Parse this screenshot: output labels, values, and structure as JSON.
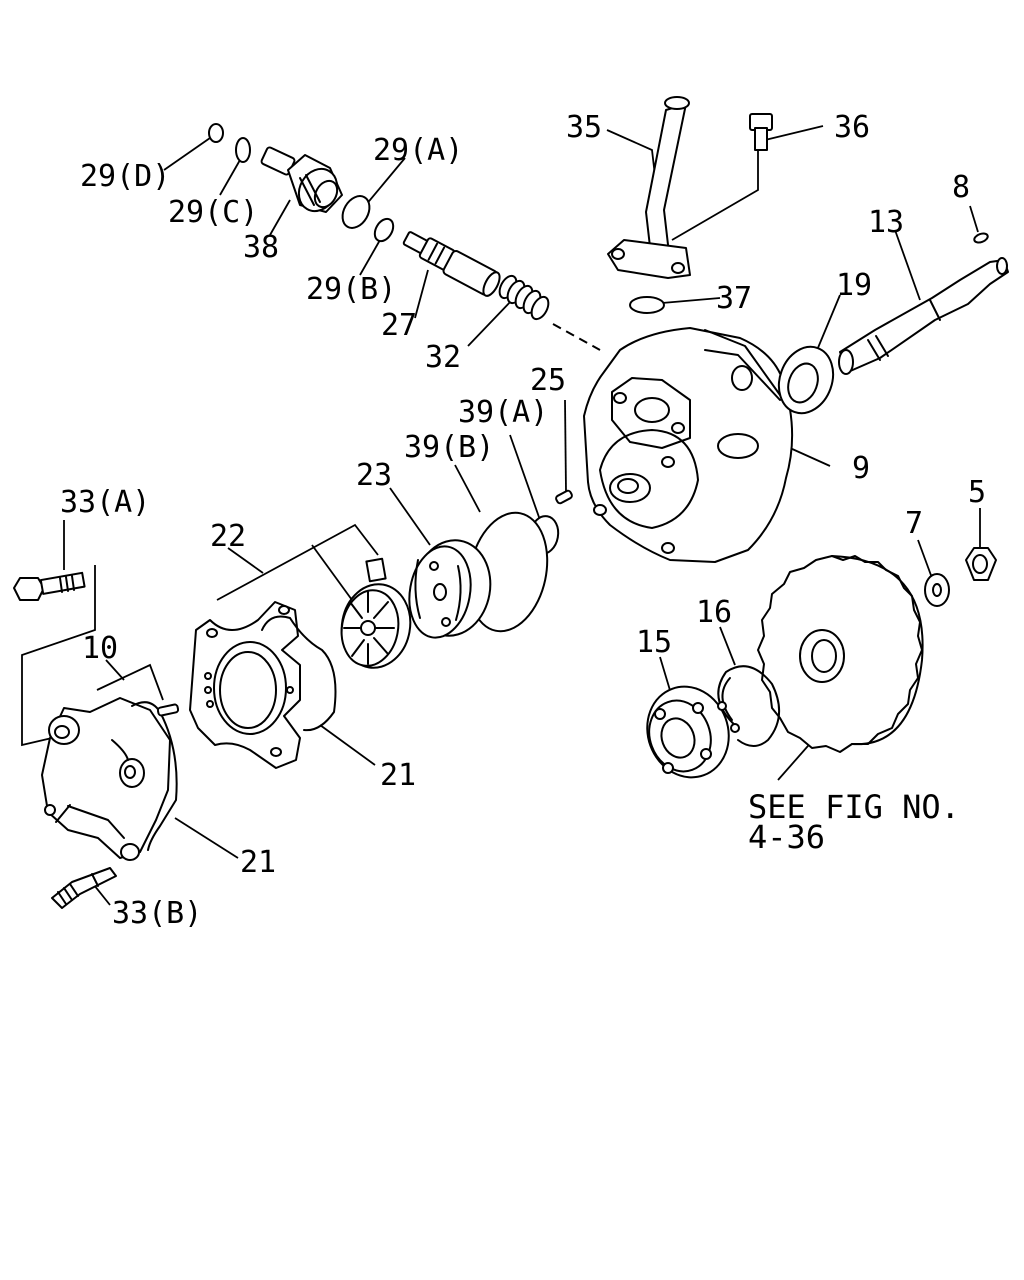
{
  "diagram": {
    "type": "exploded parts diagram",
    "callouts": {
      "c29d": "29(D)",
      "c29c": "29(C)",
      "c29a": "29(A)",
      "c29b": "29(B)",
      "c38": "38",
      "c27": "27",
      "c32": "32",
      "c35": "35",
      "c36": "36",
      "c37": "37",
      "c8": "8",
      "c13": "13",
      "c19": "19",
      "c9": "9",
      "c25": "25",
      "c39a": "39(A)",
      "c39b": "39(B)",
      "c23": "23",
      "c22": "22",
      "c33a": "33(A)",
      "c33b": "33(B)",
      "c10": "10",
      "c21a": "21",
      "c21b": "21",
      "c5": "5",
      "c7": "7",
      "c15": "15",
      "c16": "16"
    },
    "note": {
      "line1": "SEE FIG NO.",
      "line2": "4-36"
    }
  }
}
